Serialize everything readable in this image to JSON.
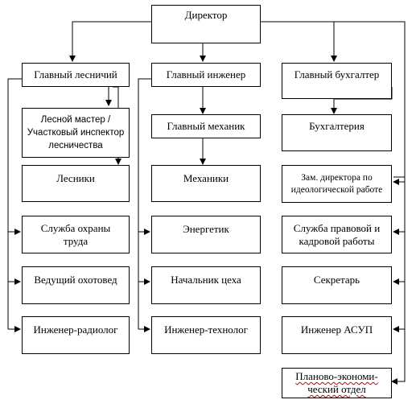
{
  "director": "Директор",
  "forestry": {
    "head": "Главный лесничий",
    "master": "Лесной мастер /\nУчастковый инспектор\nлесничества",
    "rangers": "Лесники",
    "safety": "Служба охраны\nтруда",
    "hunter": "Ведущий охотовед",
    "radiologist": "Инженер-радиолог"
  },
  "engineering": {
    "head": "Главный инженер",
    "mechanic_chief": "Главный механик",
    "mechanics": "Механики",
    "energetic": "Энергетик",
    "shop_chief": "Начальник цеха",
    "technologist": "Инженер-технолог"
  },
  "accounting": {
    "head": "Главный бухгалтер",
    "bookkeeping": "Бухгалтерия",
    "deputy": "Зам. директора по\nидеологической работе",
    "legal_hr": "Служба правовой и\nкадровой работы",
    "secretary": "Секретарь",
    "asup": "Инженер АСУП",
    "planning": "Планово-экономи-\nческий отдел"
  }
}
